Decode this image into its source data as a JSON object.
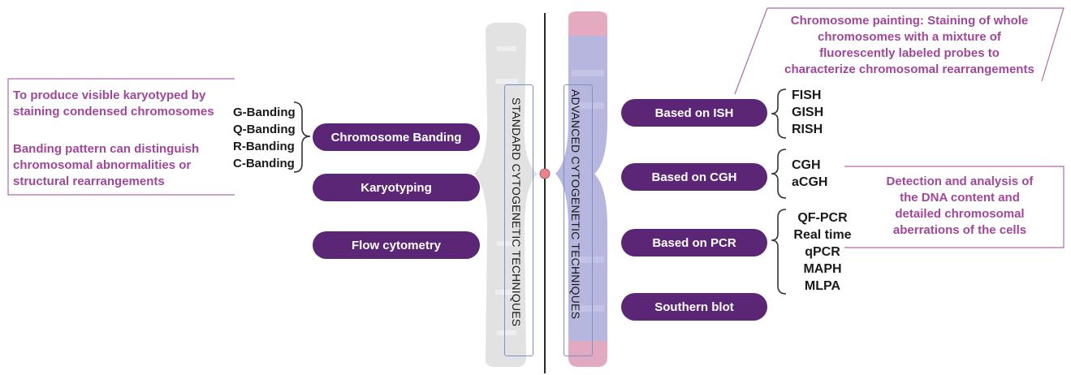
{
  "axis_labels": {
    "standard": "STANDARD CYTOGENETIC TECHNIQUES",
    "advanced": "ADVANCED CYTOGENETIC TECHNIQUES"
  },
  "standard": {
    "note_top": {
      "line1": "To produce visible karyotyped by",
      "line2": "staining condensed chromosomes"
    },
    "note_bottom": {
      "line1": "Banding pattern can distinguish",
      "line2": "chromosomal abnormalities or",
      "line3": "structural rearrangements"
    },
    "banding_types": [
      "G-Banding",
      "Q-Banding",
      "R-Banding",
      "C-Banding"
    ],
    "pills": {
      "banding": "Chromosome Banding",
      "karyotyping": "Karyotyping",
      "flow": "Flow cytometry"
    }
  },
  "advanced": {
    "pills": {
      "ish": "Based on ISH",
      "cgh": "Based on CGH",
      "pcr": "Based on PCR",
      "southern": "Southern blot"
    },
    "ish_methods": [
      "FISH",
      "GISH",
      "RISH"
    ],
    "cgh_methods": [
      "CGH",
      "aCGH"
    ],
    "pcr_methods": [
      "QF-PCR",
      "Real time",
      "qPCR",
      "MAPH",
      "MLPA"
    ],
    "note_painting": {
      "line1": "Chromosome painting: Staining of whole",
      "line2": "chromosomes with a mixture of",
      "line3": "fluorescently labeled probes to",
      "line4": "characterize chromosomal rearrangements"
    },
    "note_detection": {
      "line1": "Detection and analysis of",
      "line2": "the DNA content and",
      "line3": "detailed chromosomal",
      "line4": "aberrations of the cells"
    }
  },
  "colors": {
    "pill": "#5b2675",
    "note_text": "#a0479a",
    "note_line": "#b06aa8",
    "label_box": "#7e8fc4",
    "centromere": "#e8858a",
    "chromosome_grey": "#d9d9d9",
    "chromosome_blue": "#a9a8d8",
    "chromosome_pink": "#f4a6b3"
  }
}
